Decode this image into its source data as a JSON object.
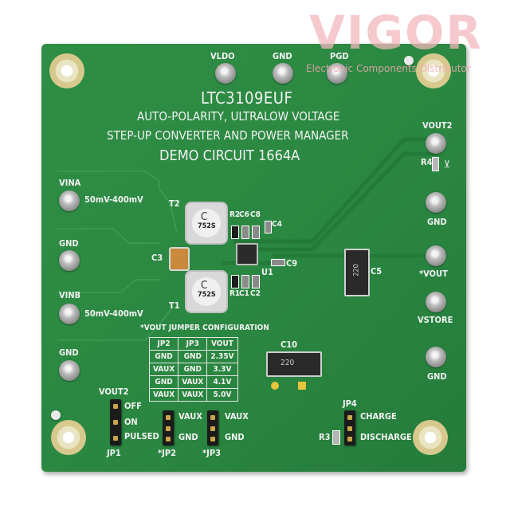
{
  "watermark": {
    "brand": "VIGOR",
    "tagline": "Electronic Components Distributor"
  },
  "board": {
    "title": "LTC3109EUF",
    "subtitle_1": "AUTO-POLARITY, ULTRALOW VOLTAGE",
    "subtitle_2": "STEP-UP CONVERTER AND POWER MANAGER",
    "subtitle_3": "DEMO CIRCUIT 1664A",
    "pins_top": [
      "VLDO",
      "GND",
      "PGD"
    ],
    "right": {
      "vout2": "VOUT2",
      "gnd_1": "GND",
      "vout": "*VOUT",
      "vstore": "VSTORE",
      "gnd_2": "GND"
    },
    "left": {
      "vina": "VINA",
      "vina_range": "50mV-400mV",
      "gnd_1": "GND",
      "vinb": "VINB",
      "vinb_range": "50mV-400mV",
      "gnd_2": "GND"
    },
    "designators": {
      "t2": "T2",
      "t1": "T1",
      "c3": "C3",
      "u1": "U1",
      "c9": "C9",
      "c4": "C4",
      "r2": "R2",
      "c6": "C6",
      "c8": "C8",
      "r1": "R1",
      "c1": "C1",
      "c2": "C2",
      "c5": "C5",
      "c10": "C10",
      "r4": "R4",
      "r3": "R3"
    },
    "transformer_mark": "752S",
    "transformer_logo": "C",
    "cap_mark": "220",
    "jumper_config": {
      "title": "*VOUT JUMPER CONFIGURATION",
      "headers": [
        "JP2",
        "JP3",
        "VOUT"
      ],
      "rows": [
        [
          "GND",
          "GND",
          "2.35V"
        ],
        [
          "VAUX",
          "GND",
          "3.3V"
        ],
        [
          "GND",
          "VAUX",
          "4.1V"
        ],
        [
          "VAUX",
          "VAUX",
          "5.0V"
        ]
      ]
    },
    "jp1": {
      "name": "JP1",
      "top": "VOUT2",
      "off": "OFF",
      "on": "ON",
      "pulsed": "PULSED"
    },
    "jp2": {
      "name": "*JP2",
      "vaux": "VAUX",
      "gnd": "GND"
    },
    "jp3": {
      "name": "*JP3",
      "vaux": "VAUX",
      "gnd": "GND"
    },
    "jp4": {
      "name": "JP4",
      "charge": "CHARGE",
      "discharge": "DISCHARGE"
    }
  },
  "colors": {
    "board": "#2b8842",
    "silkscreen": "#f2f2f2",
    "watermark": "#f2b8bd",
    "pad": "#a9a9a9"
  }
}
